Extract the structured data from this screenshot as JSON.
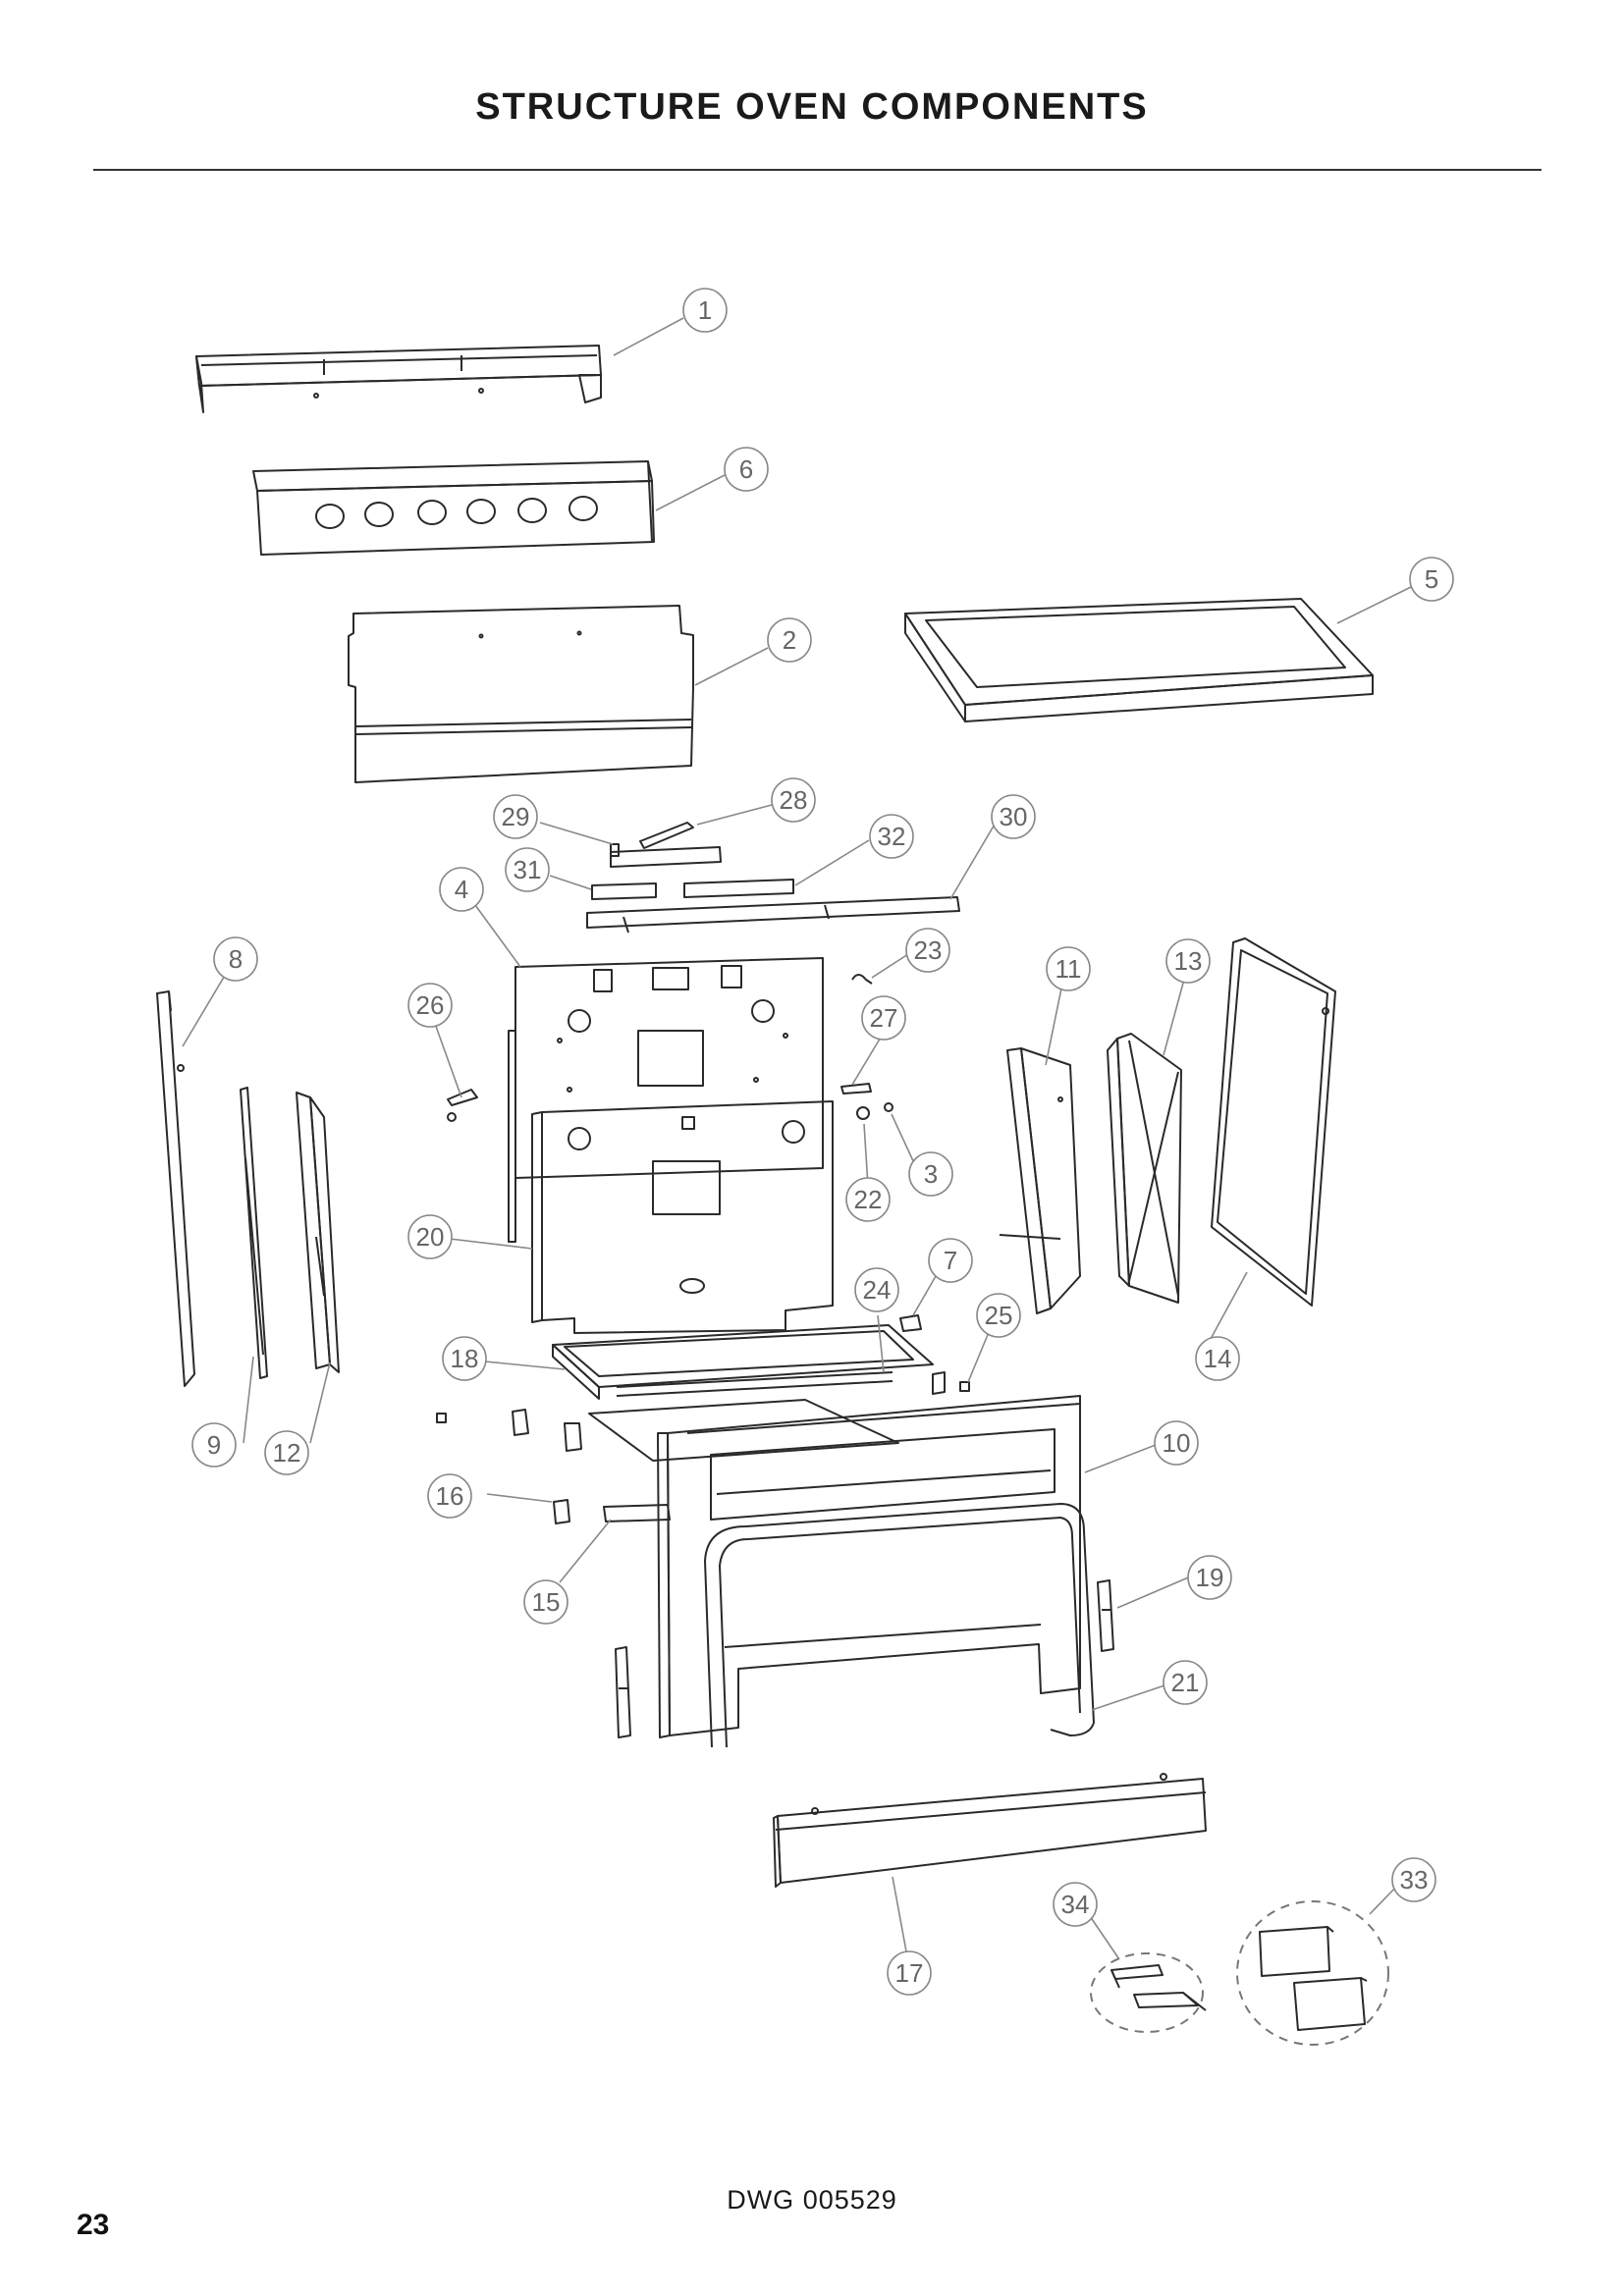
{
  "header": {
    "title": "STRUCTURE OVEN COMPONENTS"
  },
  "footer": {
    "drawing_number": "DWG 005529",
    "page_number": "23"
  },
  "callouts": [
    "1",
    "2",
    "3",
    "4",
    "5",
    "6",
    "7",
    "8",
    "9",
    "10",
    "11",
    "12",
    "13",
    "14",
    "15",
    "16",
    "17",
    "18",
    "19",
    "20",
    "21",
    "22",
    "23",
    "24",
    "25",
    "26",
    "27",
    "28",
    "29",
    "30",
    "31",
    "32",
    "33",
    "34"
  ],
  "colors": {
    "line": "#2a2a2a",
    "callout": "#777777",
    "ink": "#1a1a1a"
  }
}
